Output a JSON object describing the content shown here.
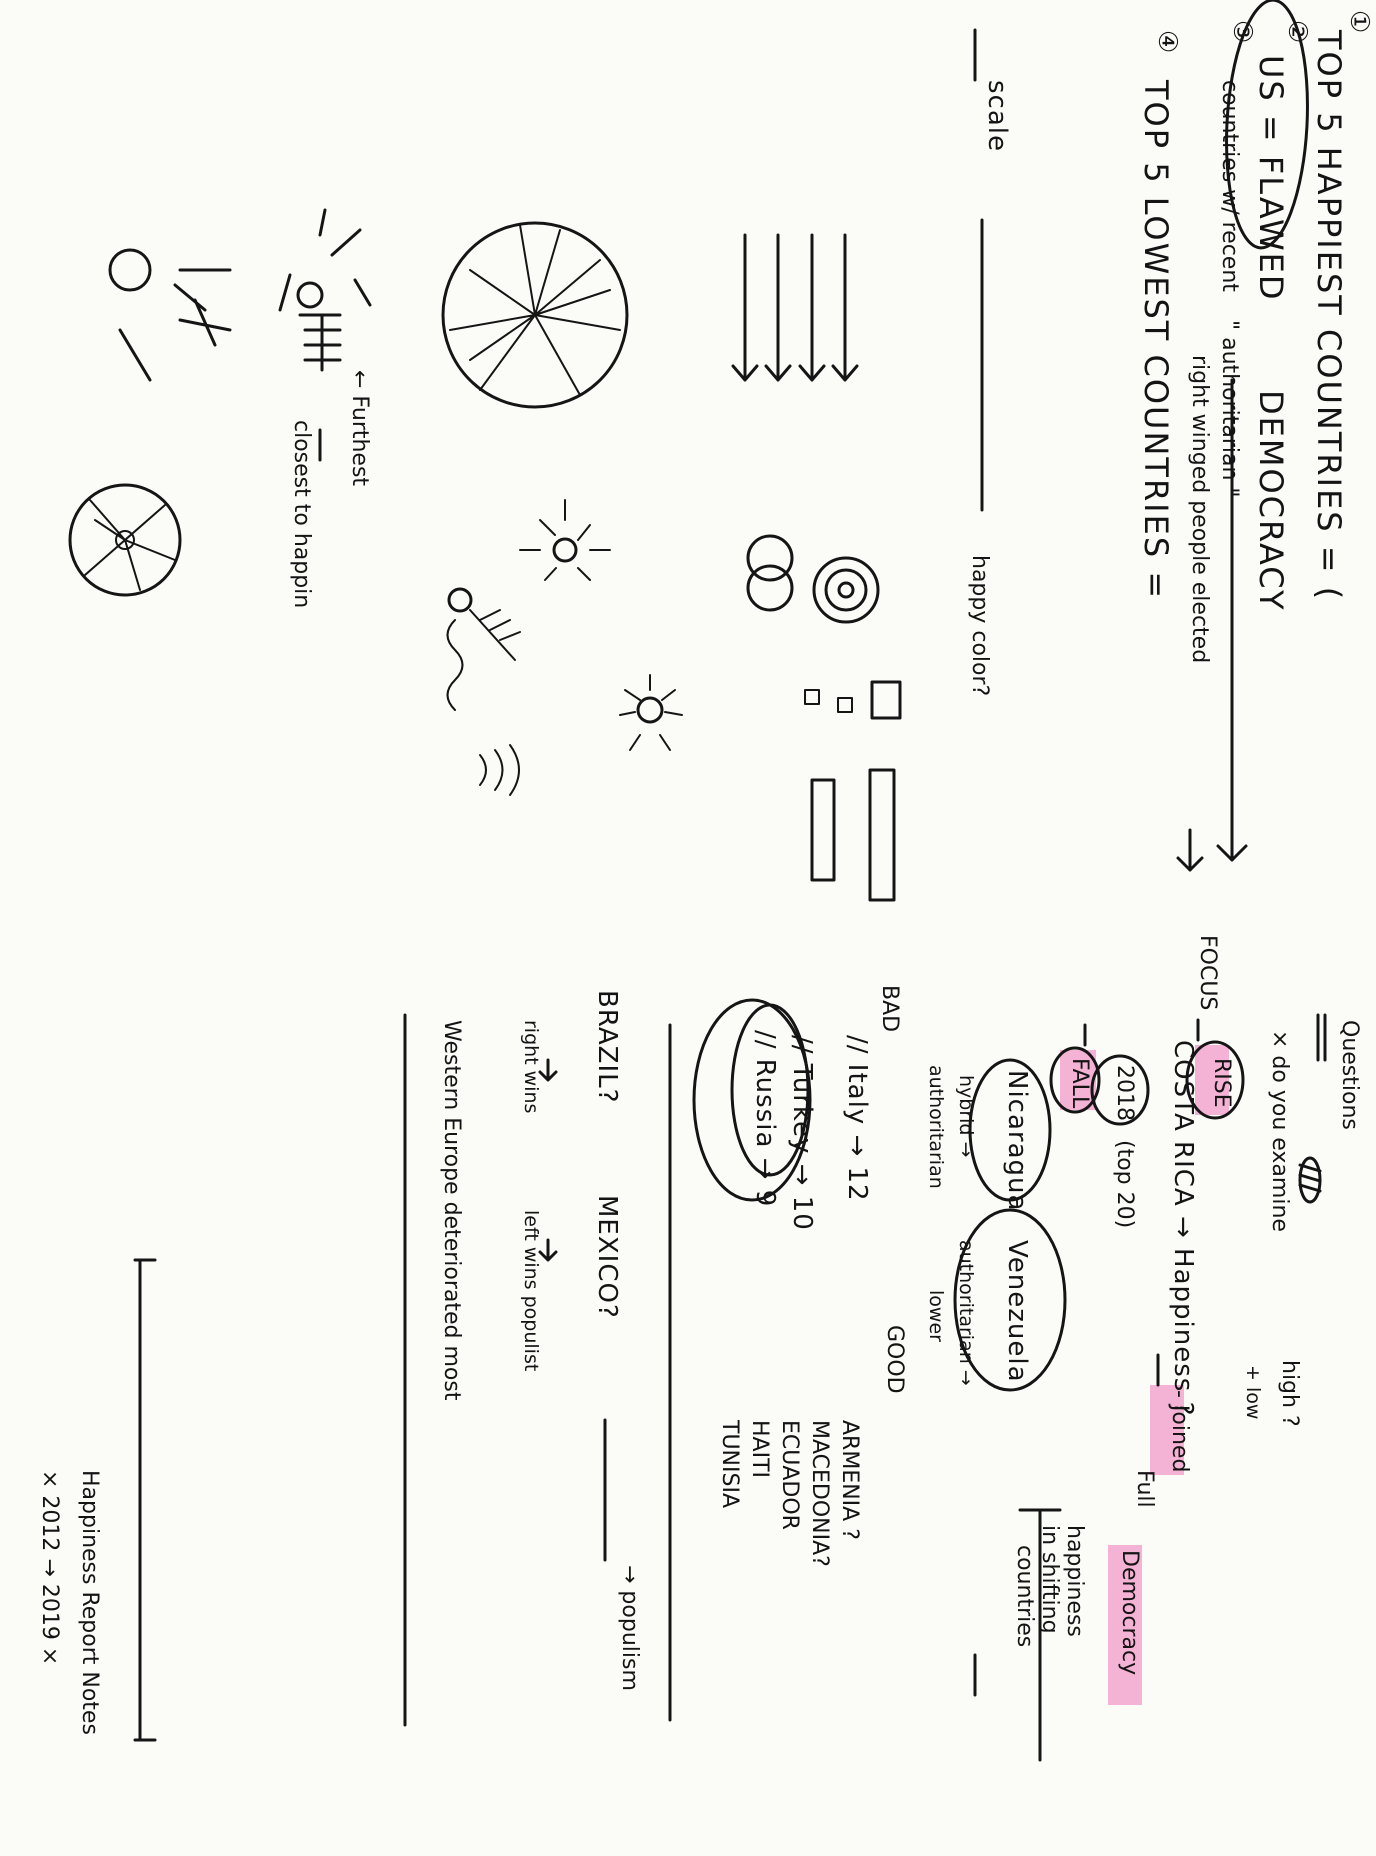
{
  "heading_main": {
    "num1": "①",
    "top_happiest": "TOP 5 HAPPIEST COUNTRIES = (",
    "num2": "②",
    "us_flawed": "US = FLAWED",
    "democracy": "DEMOCRACY",
    "num3": "③",
    "countries_recent": "countries w/ recent",
    "authoritarian": "\" authoritarian \"",
    "right_winged": "right winged people elected",
    "num4": "④",
    "top_lowest": "TOP 5   LOWEST COUNTRIES ="
  },
  "scale": {
    "label": "scale",
    "happy_color": "happy color?"
  },
  "happiness_legend": {
    "furthest": "← Furthest",
    "closest": "closest to happin"
  },
  "questions": {
    "title": "Questions",
    "q1_part1": "× do you examine",
    "q1_high": "high ?",
    "q1_low": "+ low",
    "rise": "RISE",
    "costa_rica_line": "COSTA RICA → Happiness ?",
    "joined": "- Joined",
    "full": "Full",
    "democracy": "Democracy",
    "focus": "FOCUS",
    "year_2018": "2018",
    "top20": "(top 20)",
    "fall": "FALL",
    "nicaragua": "Nicaragua",
    "venezuela": "Venezuela",
    "hybrid": "hybrid →",
    "authoritarian_left": "authoritarian",
    "authoritarian_arrow": "authoritarian →",
    "lower": "lower",
    "happiness_shifting": [
      "happiness",
      "in shifting",
      "countries"
    ]
  },
  "bad_good": {
    "bad": "BAD",
    "italy": "// Italy → 12",
    "turkey": "// Turkey → 10",
    "russia": "// Russia → 9",
    "good": "GOOD",
    "good_list": [
      "ARMENIA ?",
      "MACEDONIA?",
      "ECUADOR",
      "HAITI",
      "TUNISIA"
    ]
  },
  "populism": {
    "brazil": "BRAZIL?",
    "right_wins": "right wins",
    "mexico": "MEXICO?",
    "left_wins": "left wins populist",
    "populism": "→ populism",
    "western": "Western Europe deteriorated most"
  },
  "footer": {
    "years": "× 2012 → 2019 ×",
    "title": "Happiness Report Notes"
  }
}
